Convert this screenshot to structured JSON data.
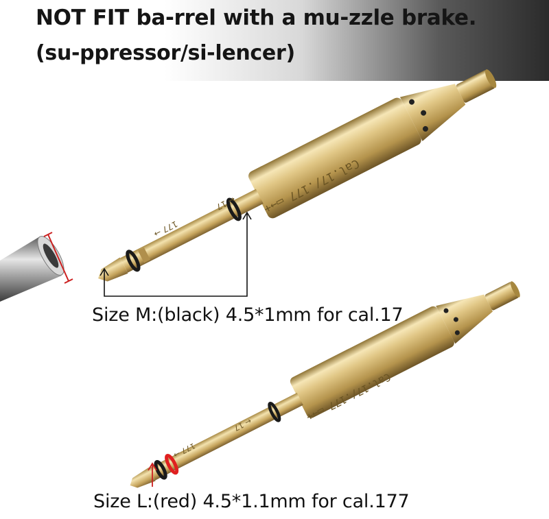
{
  "banner": {
    "line1": "NOT FIT ba-rrel with a mu-zzle brake.",
    "line2": "(su-ppressor/si-lencer)"
  },
  "laser_m": {
    "engraving_body": "Cal.17/.177 ▭→+",
    "engraving_rod": "← 17",
    "engraving_tip": "177 →"
  },
  "laser_l": {
    "engraving_body": "Cal.17/.177 ▭→+",
    "engraving_rod": "← 17",
    "engraving_tip": "177 →"
  },
  "captions": {
    "size_m": "Size M:(black) 4.5*1mm for cal.17",
    "size_l": "Size L:(red) 4.5*1.1mm for cal.177"
  },
  "colors": {
    "brass": "#d9bf7e",
    "oring_black": "#1a1a1a",
    "oring_red": "#e02020",
    "annotation_red": "#cc2020"
  }
}
